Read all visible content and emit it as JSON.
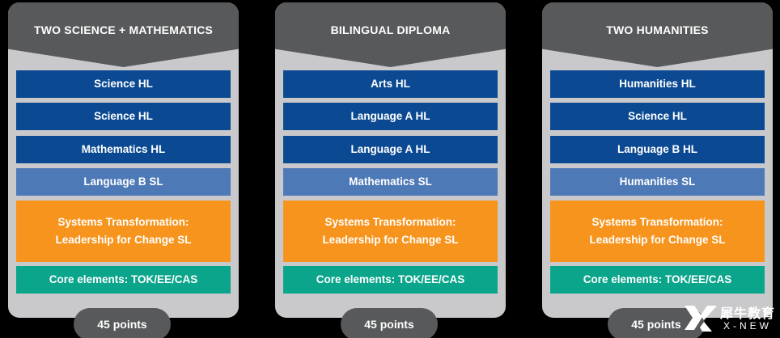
{
  "colors": {
    "header": "#58595b",
    "card": "#c9c9cb",
    "hl": "#0b4a93",
    "sl": "#4e79b7",
    "orange": "#f7941d",
    "core": "#0aa58b"
  },
  "cards": [
    {
      "title": "TWO SCIENCE + MATHEMATICS",
      "subjects": [
        "Science HL",
        "Science HL",
        "Mathematics HL",
        "Language B SL"
      ],
      "systems_line1": "Systems Transformation:",
      "systems_line2": "Leadership for Change SL",
      "core": "Core elements: TOK/EE/CAS",
      "points": "45 points"
    },
    {
      "title": "BILINGUAL DIPLOMA",
      "subjects": [
        "Arts HL",
        "Language A HL",
        "Language A HL",
        "Mathematics SL"
      ],
      "systems_line1": "Systems Transformation:",
      "systems_line2": "Leadership for Change SL",
      "core": "Core elements: TOK/EE/CAS",
      "points": "45 points"
    },
    {
      "title": "TWO HUMANITIES",
      "subjects": [
        "Humanities HL",
        "Science HL",
        "Language B HL",
        "Humanities SL"
      ],
      "systems_line1": "Systems Transformation:",
      "systems_line2": "Leadership for Change SL",
      "core": "Core elements: TOK/EE/CAS",
      "points": "45 points"
    }
  ],
  "watermark": {
    "cn": "犀牛教育",
    "en": "X-NEW"
  }
}
